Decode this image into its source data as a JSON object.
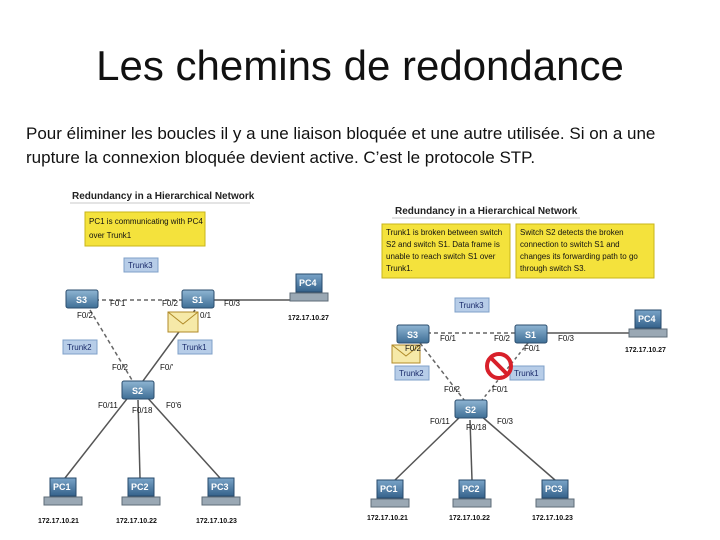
{
  "title": "Les chemins de redondance",
  "description": "Pour éliminer les boucles il y a une liaison bloquée et une autre utilisée. Si on a une rupture la connexion bloquée devient active. C’est le protocole STP.",
  "colors": {
    "link_active": "#7a7a7a",
    "note_bg": "#f4e23c",
    "tag_bg": "#b7cde8",
    "switch": "#5d8fb3",
    "block": "#d8202a"
  },
  "left_diagram": {
    "title": "Redundancy in a Hierarchical Network",
    "note": [
      "PC1 is communicating with PC4",
      "over Trunk1"
    ],
    "trunk3": "Trunk3",
    "trunk2": "Trunk2",
    "trunk1": "Trunk1",
    "s3": "S3",
    "s1": "S1",
    "s2": "S2",
    "pc1": "PC1",
    "pc2": "PC2",
    "pc3": "PC3",
    "pc4": "PC4",
    "s3_f01": "F0'1",
    "s3_f02": "F0/2",
    "s1_f02": "F0/2",
    "s1_f03": "F0/3",
    "s1_f01": "0/1",
    "s2_f02": "F0/2",
    "s2_f01": "F0/'",
    "s2_f011": "F0/11",
    "s2_f018": "F0/18",
    "s2_f06": "F0'6",
    "ip_pc1": "172.17.10.21",
    "ip_pc2": "172.17.10.22",
    "ip_pc3": "172.17.10.23",
    "ip_pc4": "172.17.10.27"
  },
  "right_diagram": {
    "title": "Redundancy  in a Hierarchical Network",
    "note1": [
      "Trunk1 is broken between switch",
      "S2 and switch S1. Data frame is",
      "unable to reach switch S1 over",
      "Trunk1."
    ],
    "note2": [
      "Switch S2 detects the broken",
      "connection to switch S1 and",
      "changes its forwarding path to go",
      "through switch S3."
    ],
    "trunk3": "Trunk3",
    "trunk2": "Trunk2",
    "trunk1": "Trunk1",
    "s3": "S3",
    "s1": "S1",
    "s2": "S2",
    "pc1": "PC1",
    "pc2": "PC2",
    "pc3": "PC3",
    "pc4": "PC4",
    "s3_f01": "F0/1",
    "s3_f02": "F0/2",
    "s1_f02": "F0/2",
    "s1_f01": "F0/1",
    "s1_f03": "F0/3",
    "s2_f02": "F0/2",
    "s2_f01": "F0/1",
    "s2_f011": "F0/11",
    "s2_f018": "F0/18",
    "s2_f03": "F0/3",
    "ip_pc1": "172.17.10.21",
    "ip_pc2": "172.17.10.22",
    "ip_pc3": "172.17.10.23",
    "ip_pc4": "172.17.10.27"
  }
}
